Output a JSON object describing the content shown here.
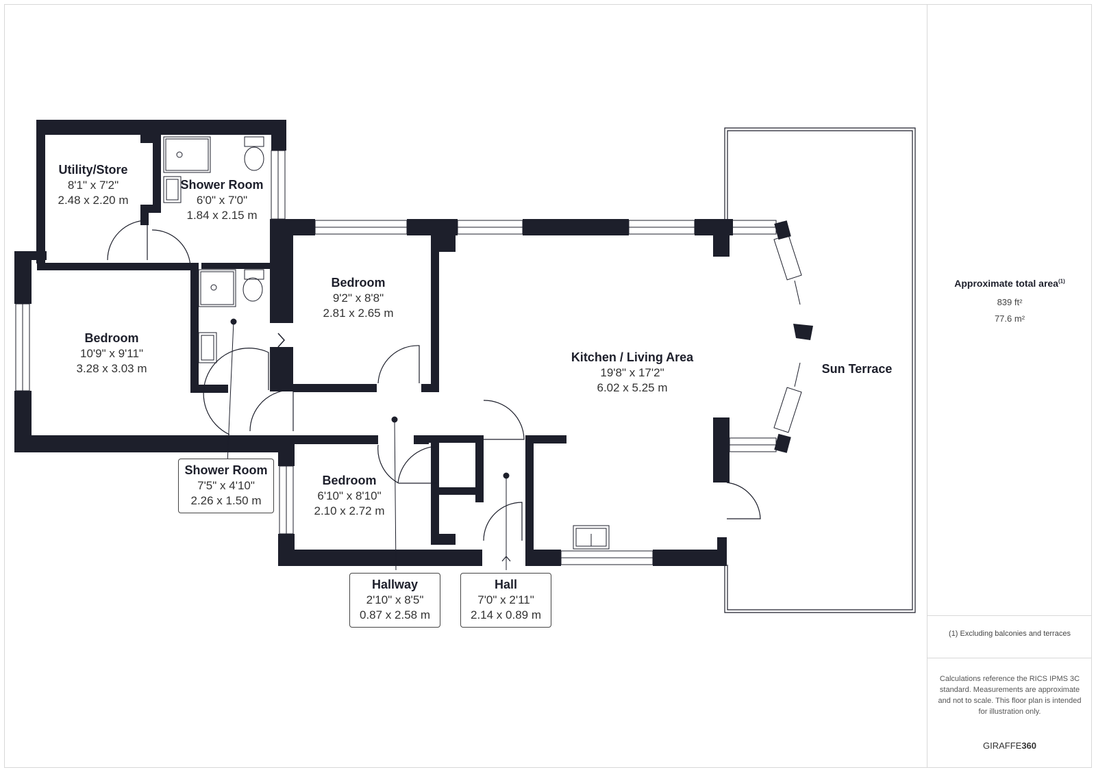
{
  "rooms": {
    "utility": {
      "name": "Utility/Store",
      "imperial": "8'1\" x 7'2\"",
      "metric": "2.48 x 2.20 m"
    },
    "shower_top": {
      "name": "Shower Room",
      "imperial": "6'0\" x 7'0\"",
      "metric": "1.84 x 2.15 m"
    },
    "bedroom_left": {
      "name": "Bedroom",
      "imperial": "10'9\" x 9'11\"",
      "metric": "3.28 x 3.03 m"
    },
    "bedroom_mid": {
      "name": "Bedroom",
      "imperial": "9'2\" x 8'8\"",
      "metric": "2.81 x 2.65 m"
    },
    "kitchen": {
      "name": "Kitchen / Living Area",
      "imperial": "19'8\" x 17'2\"",
      "metric": "6.02 x 5.25 m"
    },
    "sun_terrace": {
      "name": "Sun Terrace"
    },
    "bedroom_small": {
      "name": "Bedroom",
      "imperial": "6'10\" x 8'10\"",
      "metric": "2.10 x 2.72 m"
    },
    "shower_lower": {
      "name": "Shower Room",
      "imperial": "7'5\" x 4'10\"",
      "metric": "2.26 x 1.50 m"
    },
    "hallway": {
      "name": "Hallway",
      "imperial": "2'10\" x 8'5\"",
      "metric": "0.87 x 2.58 m"
    },
    "hall": {
      "name": "Hall",
      "imperial": "7'0\" x 2'11\"",
      "metric": "2.14 x 0.89 m"
    }
  },
  "panel": {
    "area_title": "Approximate total area",
    "area_note_mark": "(1)",
    "area_ft": "839 ft²",
    "area_m": "77.6 m²",
    "footnote": "(1) Excluding balconies and terraces",
    "disclaimer": "Calculations reference the RICS IPMS 3C standard. Measurements are approximate and not to scale. This floor plan is intended for illustration only.",
    "brand_prefix": "GIRAFFE",
    "brand_suffix": "360"
  },
  "colors": {
    "wall": "#1d1f2b",
    "line": "#1d1f2b",
    "frame": "#d8d8d8"
  }
}
